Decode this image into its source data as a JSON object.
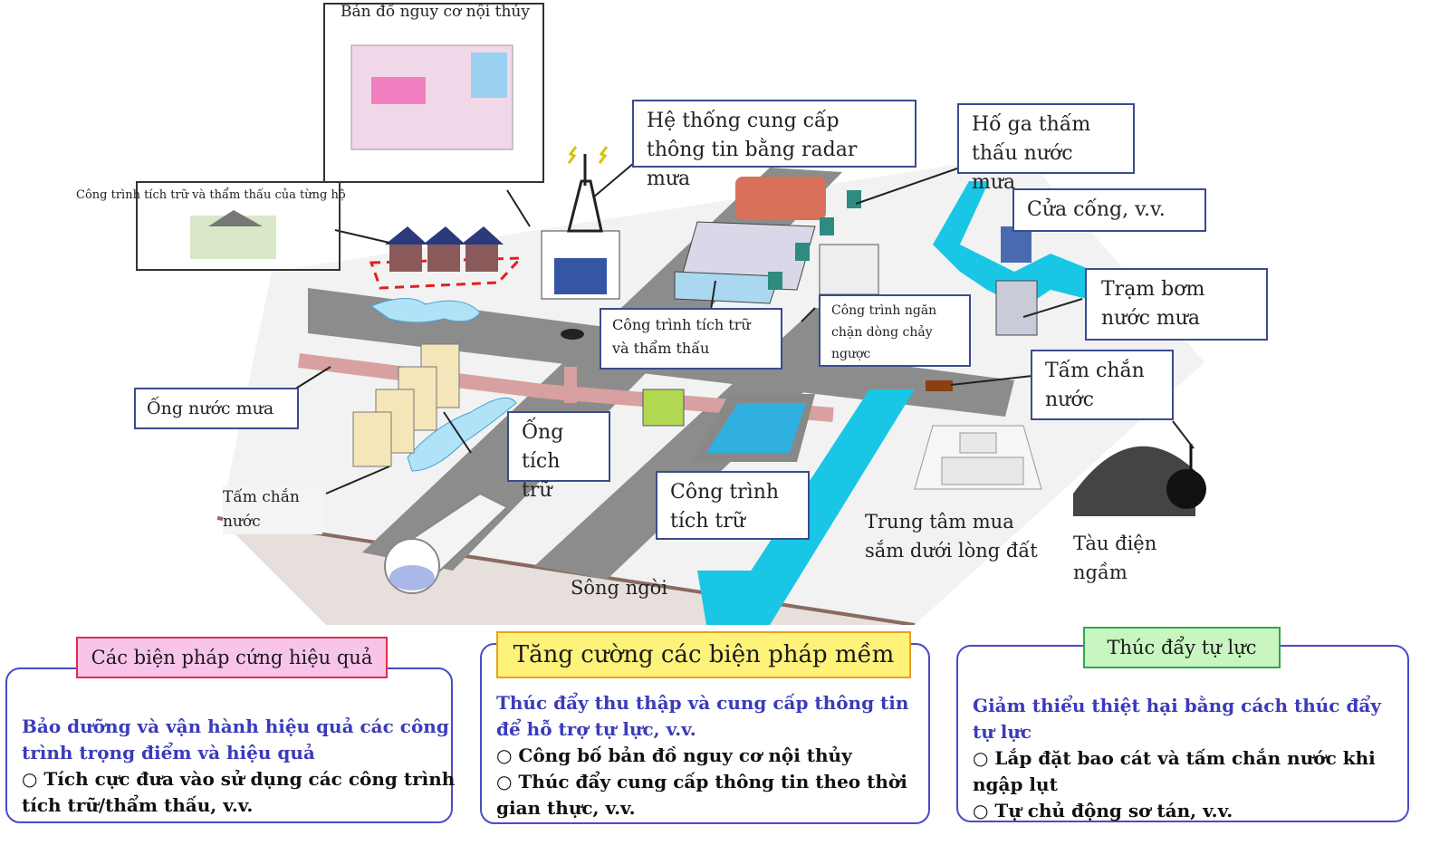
{
  "scene": {
    "hazard_map_label": "Bản đồ nguy cơ nội thủy",
    "household_label": "Công trình tích trữ và thẩm thấu của từng hộ",
    "radar_label": "Hệ thống cung cấp thông tin bằng radar mưa",
    "infiltration_label": "Hố ga thấm thấu nước mưa",
    "sluice_label": "Cửa cống, v.v.",
    "pump_label": "Trạm bơm nước mưa",
    "storage_infiltration_label": "Công trình tích trữ và thẩm thấu",
    "backflow_label": "Công trình ngăn chặn dòng chảy ngược",
    "water_barrier_right_label": "Tấm chắn nước",
    "rain_pipe_label": "Ống nước mưa",
    "storage_pipe_label": "Ống tích trữ",
    "storage_facility_label": "Công trình tích trữ",
    "water_barrier_left_label": "Tấm chắn nước",
    "underground_mall_label": "Trung tâm mua sắm dưới lòng đất",
    "subway_label": "Tàu điện ngầm",
    "river_label": "Sông ngòi"
  },
  "panels": [
    {
      "title": "Các biện pháp cứng hiệu quả",
      "lead": "Bảo dưỡng và vận hành hiệu quả các công trình trọng điểm và hiệu quả",
      "bullets": [
        "○ Tích cực đưa vào sử dụng các công trình tích trữ/thẩm thấu, v.v."
      ]
    },
    {
      "title": "Tăng cường các biện pháp mềm",
      "lead": "Thúc đẩy thu thập và cung cấp thông tin để hỗ trợ tự lực, v.v.",
      "bullets": [
        "○ Công bố bản đồ nguy cơ nội thủy",
        "○ Thúc đẩy cung cấp thông tin theo thời gian thực, v.v."
      ]
    },
    {
      "title": "Thúc đẩy tự lực",
      "lead": "Giảm thiểu thiệt hại bằng cách thúc đẩy tự lực",
      "bullets": [
        "○ Lắp đặt bao cát và tấm chắn nước khi ngập lụt",
        "○ Tự chủ động sơ tán, v.v."
      ]
    }
  ],
  "colors": {
    "road": "#8c8c8c",
    "water": "#19c6e6",
    "callout_border": "#3b4c8c",
    "panel_border": "#4a4ac8",
    "title1_bg": "#f9c4ea",
    "title1_border": "#e0304a",
    "title2_bg": "#fff27a",
    "title2_border": "#e8a020",
    "title3_bg": "#c8f5c0",
    "title3_border": "#2ea84a",
    "lead_text": "#3b3bbb"
  }
}
